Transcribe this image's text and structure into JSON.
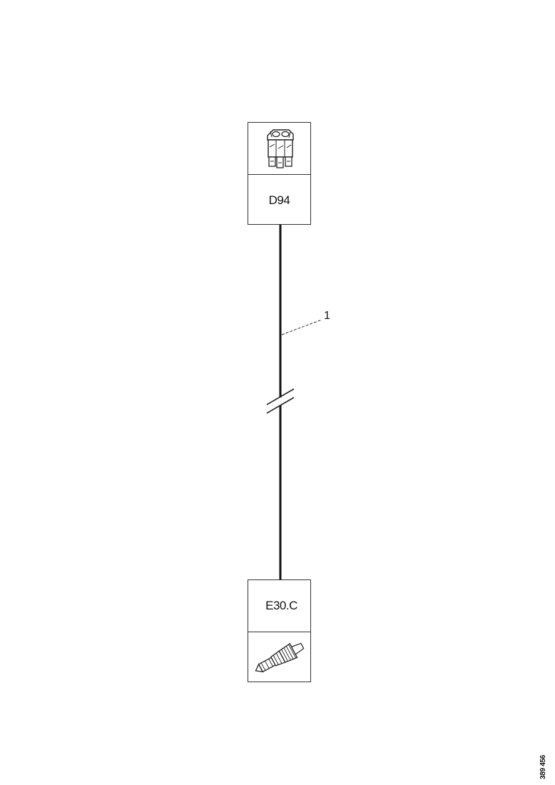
{
  "connectors": {
    "top": {
      "label": "D94",
      "icon": "multi-pin-connector-housing-icon"
    },
    "bottom": {
      "label": "E30.C",
      "icon": "terminal-pin-icon"
    }
  },
  "wire": {
    "callout": "1",
    "break_symbol": "wire-break-marker"
  },
  "document_number": "389 456",
  "colors": {
    "line": "#111111",
    "border": "#333333",
    "background": "#ffffff"
  }
}
